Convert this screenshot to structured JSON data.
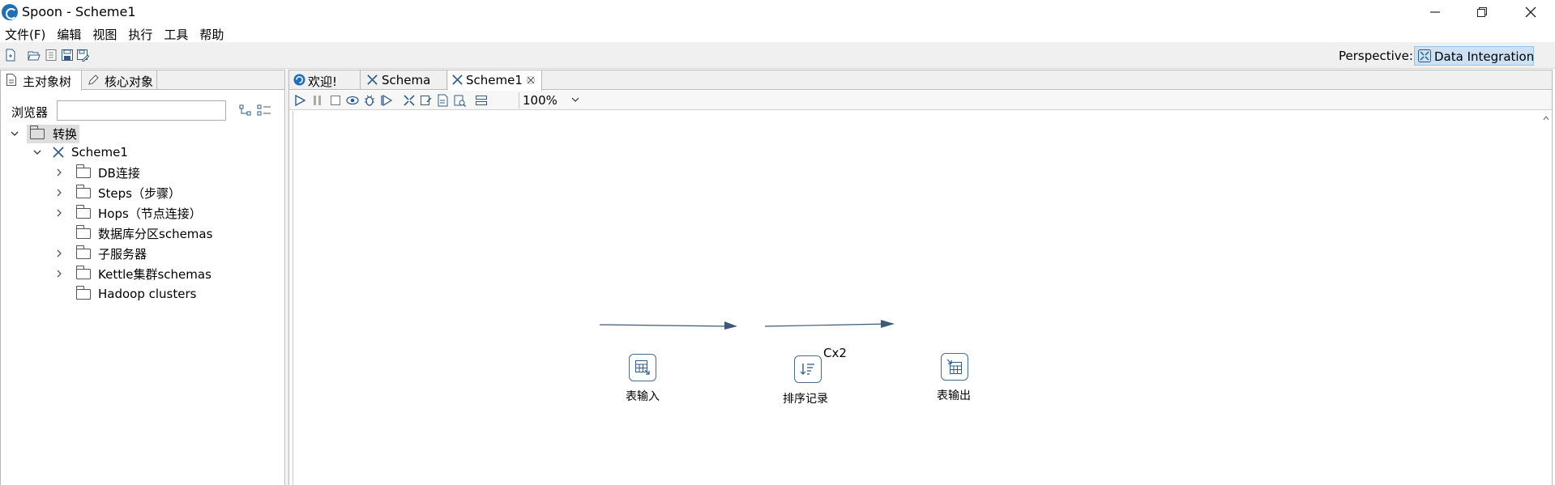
{
  "window": {
    "title": "Spoon - Scheme1",
    "controls": [
      "minimize",
      "restore",
      "close"
    ]
  },
  "menu": {
    "items": [
      "文件(F)",
      "编辑",
      "视图",
      "执行",
      "工具",
      "帮助"
    ]
  },
  "toolbar": {
    "icons": [
      "new-file-icon",
      "open-icon",
      "explore-repository-icon",
      "save-icon",
      "save-as-icon"
    ],
    "perspective_label": "Perspective:",
    "perspective_value": "Data Integration"
  },
  "left_panel": {
    "tabs": [
      {
        "label": "主对象树",
        "active": true,
        "icon": "document-tree-icon"
      },
      {
        "label": "核心对象",
        "active": false,
        "icon": "pencil-icon"
      }
    ],
    "browse_label": "浏览器",
    "search_value": "",
    "tree": [
      {
        "label": "转换",
        "level": 0,
        "expanded": true,
        "icon": "folder-icon",
        "selected": true
      },
      {
        "label": "Scheme1",
        "level": 1,
        "expanded": true,
        "icon": "transformation-icon"
      },
      {
        "label": "DB连接",
        "level": 2,
        "expandable": true,
        "icon": "folder-icon"
      },
      {
        "label": "Steps（步骤）",
        "level": 2,
        "expandable": true,
        "icon": "folder-icon"
      },
      {
        "label": "Hops（节点连接）",
        "level": 2,
        "expandable": true,
        "icon": "folder-icon"
      },
      {
        "label": "数据库分区schemas",
        "level": 2,
        "expandable": false,
        "icon": "folder-icon"
      },
      {
        "label": "子服务器",
        "level": 2,
        "expandable": true,
        "icon": "folder-icon"
      },
      {
        "label": "Kettle集群schemas",
        "level": 2,
        "expandable": true,
        "icon": "folder-icon"
      },
      {
        "label": "Hadoop clusters",
        "level": 2,
        "expandable": false,
        "icon": "folder-icon"
      }
    ]
  },
  "right_panel": {
    "tabs": [
      {
        "label": "欢迎!",
        "icon": "spoon-icon",
        "active": false
      },
      {
        "label": "Schema",
        "icon": "transformation-icon",
        "active": false
      },
      {
        "label": "Scheme1",
        "icon": "transformation-icon",
        "active": true,
        "closable": true
      }
    ],
    "canvas_toolbar_icons": [
      "run-icon",
      "pause-icon",
      "stop-icon",
      "preview-icon",
      "debug-icon",
      "replay-icon",
      "verify-icon",
      "impact-icon",
      "sql-icon",
      "explore-db-icon",
      "show-results-icon"
    ],
    "zoom": "100%",
    "steps": [
      {
        "label": "表输入",
        "icon": "table-input-icon"
      },
      {
        "label": "排序记录",
        "icon": "sort-rows-icon",
        "copies": "Cx2"
      },
      {
        "label": "表输出",
        "icon": "table-output-icon"
      }
    ]
  }
}
